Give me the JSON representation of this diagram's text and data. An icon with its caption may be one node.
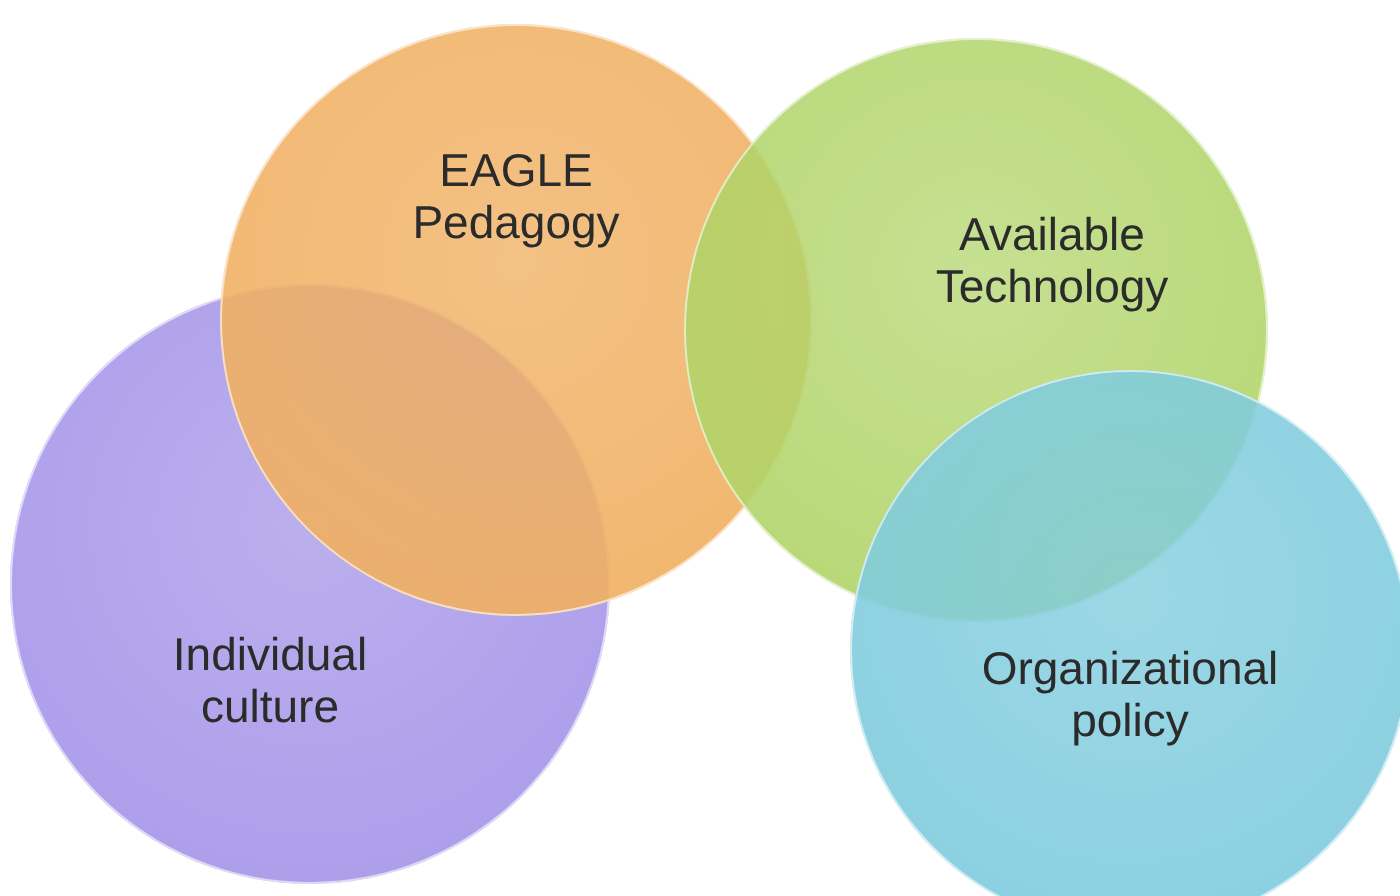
{
  "diagram": {
    "nodes": [
      {
        "text": [
          "EAGLE Pedagogy"
        ]
      },
      {
        "text": [
          "Available Technology"
        ]
      },
      {
        "text": [
          "Individual culture"
        ]
      },
      {
        "text": [
          "Organizational policy"
        ]
      }
    ]
  }
}
